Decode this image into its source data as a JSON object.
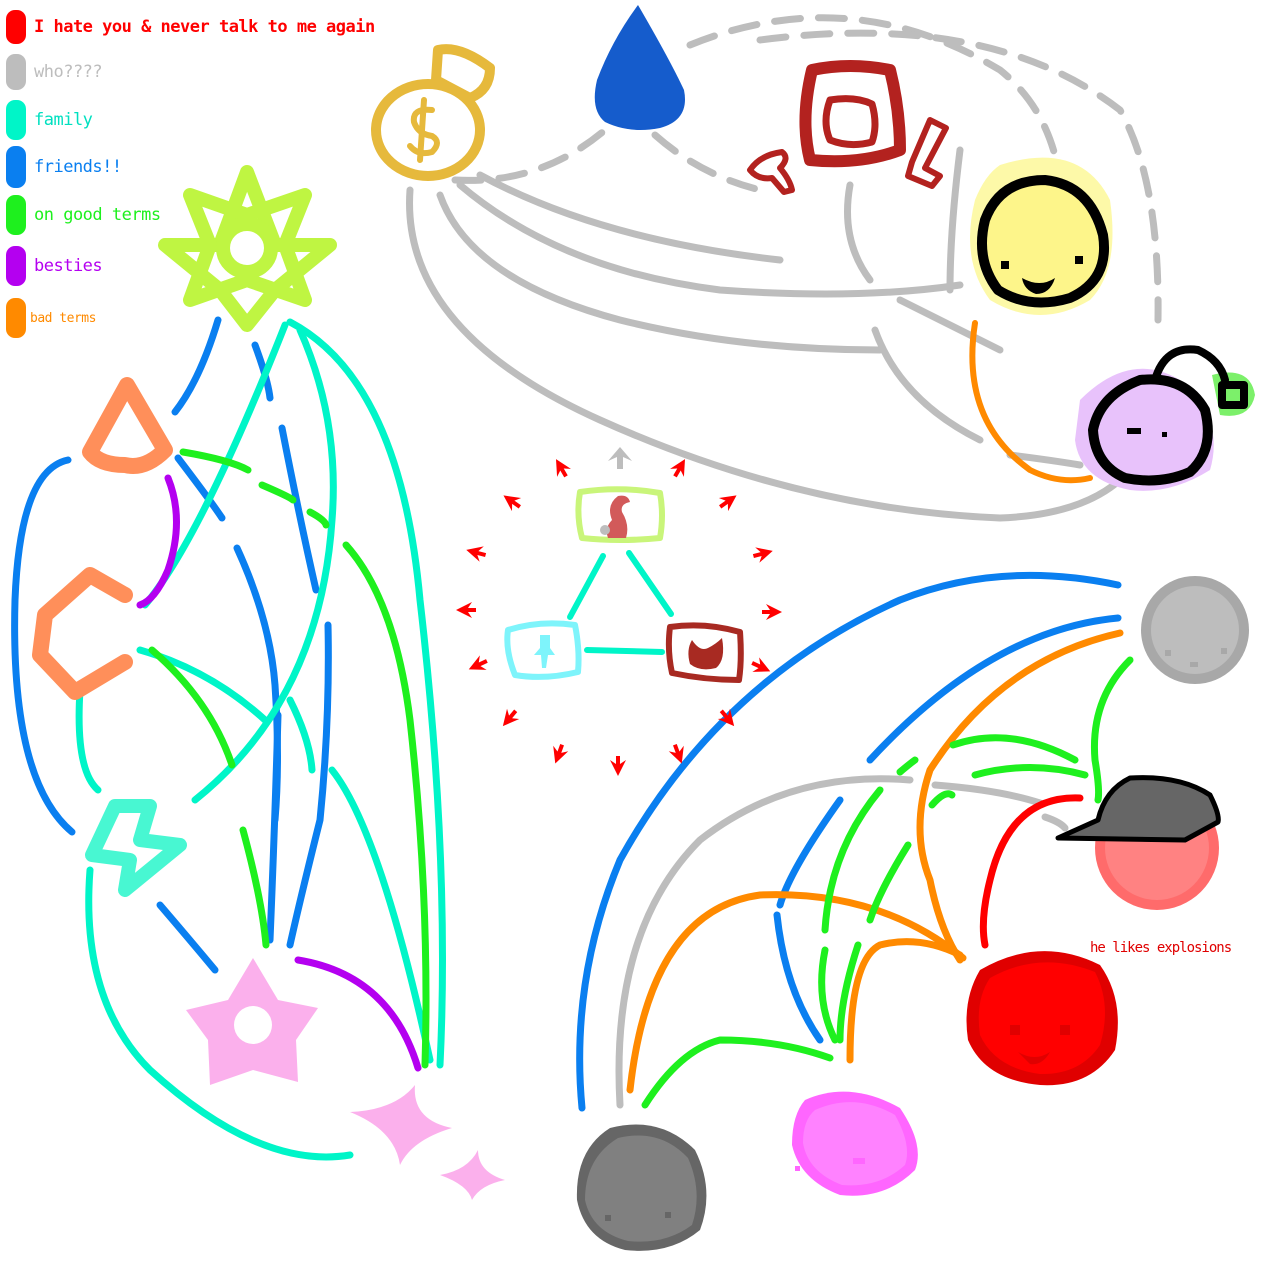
{
  "legend": {
    "items": [
      {
        "label": "I hate you & never talk to me again",
        "color": "#ff0000",
        "meaning": "enemies"
      },
      {
        "label": "who????",
        "color": "#bdbdbd",
        "meaning": "strangers"
      },
      {
        "label": "family",
        "color": "#00f5c8",
        "meaning": "family"
      },
      {
        "label": "friends!!",
        "color": "#0a7ff0",
        "meaning": "friends"
      },
      {
        "label": "on good terms",
        "color": "#1ef01e",
        "meaning": "on good terms"
      },
      {
        "label": "besties",
        "color": "#b400f0",
        "meaning": "besties"
      },
      {
        "label": "bad terms",
        "color": "#ff8a00",
        "meaning": "bad terms"
      }
    ]
  },
  "annotations": {
    "red_slime_note": "he likes explosions"
  },
  "characters": [
    {
      "id": "money-bag",
      "icon": "money-bag-icon",
      "color": "#e6b93c"
    },
    {
      "id": "water-drop",
      "icon": "water-drop-icon",
      "color": "#155ccc"
    },
    {
      "id": "red-machine",
      "icon": "red-machine-icon",
      "color": "#b3221f"
    },
    {
      "id": "yellow-blob",
      "icon": "yellow-blob-icon",
      "color": "#fdf58a"
    },
    {
      "id": "purple-anglerfish",
      "icon": "purple-anglerfish-icon",
      "color": "#e8c2fb"
    },
    {
      "id": "lime-star",
      "icon": "eight-point-star-icon",
      "color": "#bff542"
    },
    {
      "id": "orange-triangle",
      "icon": "triangle-icon",
      "color": "#ff8f5a"
    },
    {
      "id": "orange-hexagon",
      "icon": "hexagon-icon",
      "color": "#ff8f5a"
    },
    {
      "id": "teal-lightning",
      "icon": "lightning-icon",
      "color": "#48f7d2"
    },
    {
      "id": "pink-star",
      "icon": "pink-star-icon",
      "color": "#fbb0ec"
    },
    {
      "id": "pink-sparkles",
      "icon": "sparkle-icon",
      "color": "#fbb0ec"
    },
    {
      "id": "center-s",
      "icon": "s-card-icon",
      "color": "#c9f57a"
    },
    {
      "id": "center-cyan",
      "icon": "cyan-card-icon",
      "color": "#7ef4fb"
    },
    {
      "id": "center-maroon",
      "icon": "maroon-card-icon",
      "color": "#a82a22"
    },
    {
      "id": "gray-slime",
      "icon": "gray-slime-icon",
      "color": "#bdbdbd"
    },
    {
      "id": "cap-slime",
      "icon": "cap-slime-icon",
      "color": "#ff7a7a"
    },
    {
      "id": "red-slime",
      "icon": "red-slime-icon",
      "color": "#ff0000"
    },
    {
      "id": "pink-slime",
      "icon": "pink-slime-icon",
      "color": "#ff80ff"
    },
    {
      "id": "dark-gray-slime",
      "icon": "dark-gray-slime-icon",
      "color": "#808080"
    }
  ],
  "colors": {
    "red": "#ff0000",
    "gray": "#bdbdbd",
    "family": "#00f5c8",
    "blue": "#0a7ff0",
    "green": "#1ef01e",
    "purple": "#b400f0",
    "orange": "#ff8a00"
  }
}
